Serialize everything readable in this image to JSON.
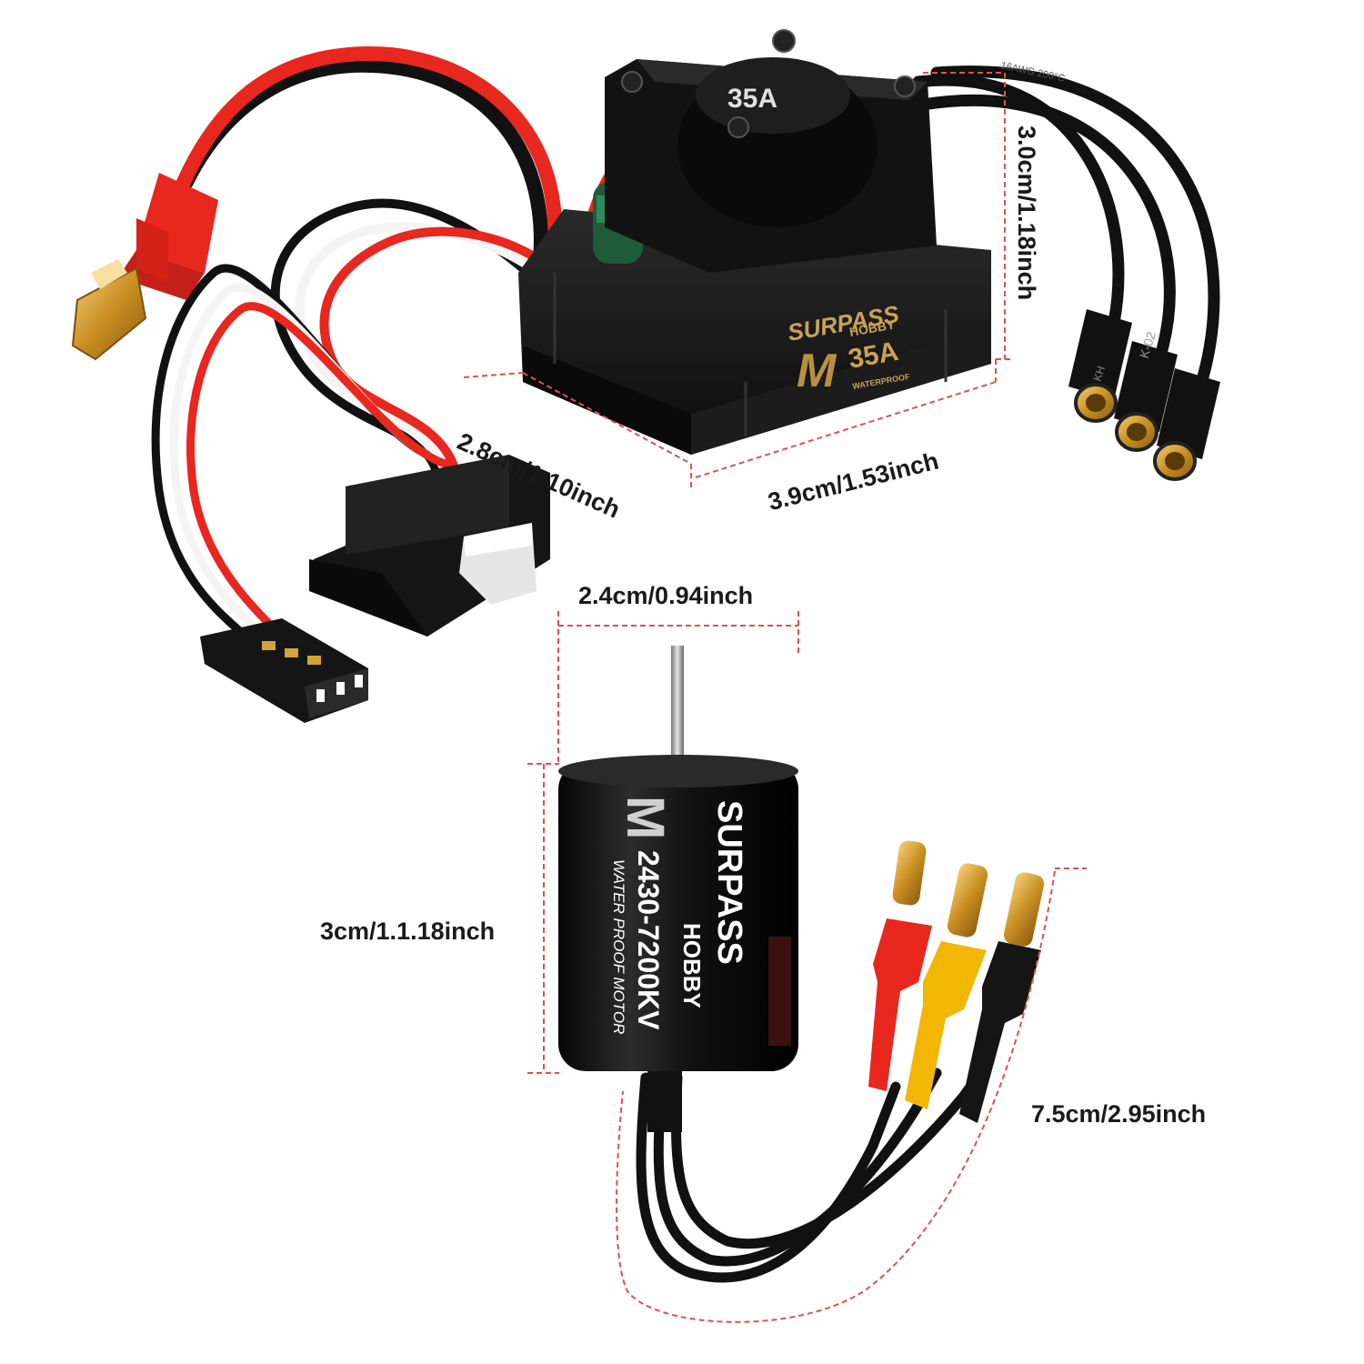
{
  "dimensions": {
    "esc_width": "2.8cm/1.10inch",
    "esc_length": "3.9cm/1.53inch",
    "esc_height": "3.0cm/1.18inch",
    "motor_diameter": "2.4cm/0.94inch",
    "motor_length": "3cm/1.1.18inch",
    "lead_length": "7.5cm/2.95inch"
  },
  "esc": {
    "fan_label": "35A",
    "brand": "SURPASS",
    "brand_sub": "HOBBY",
    "rating": "35A",
    "waterproof": "WATERPROOF",
    "wire_gauge": "16AWG 200°C",
    "connector_tags": [
      "KH",
      "K-02"
    ]
  },
  "motor": {
    "brand": "SURPASS",
    "brand_sub": "HOBBY",
    "model": "2430-7200KV",
    "description": "WATER PROOF MOTOR"
  },
  "colors": {
    "dimension_line": "#d9534f",
    "wire_red": "#e8271f",
    "wire_black": "#1a1a1a",
    "wire_yellow": "#f2b705",
    "gold": "#d4a23a",
    "body_black": "#141414"
  }
}
